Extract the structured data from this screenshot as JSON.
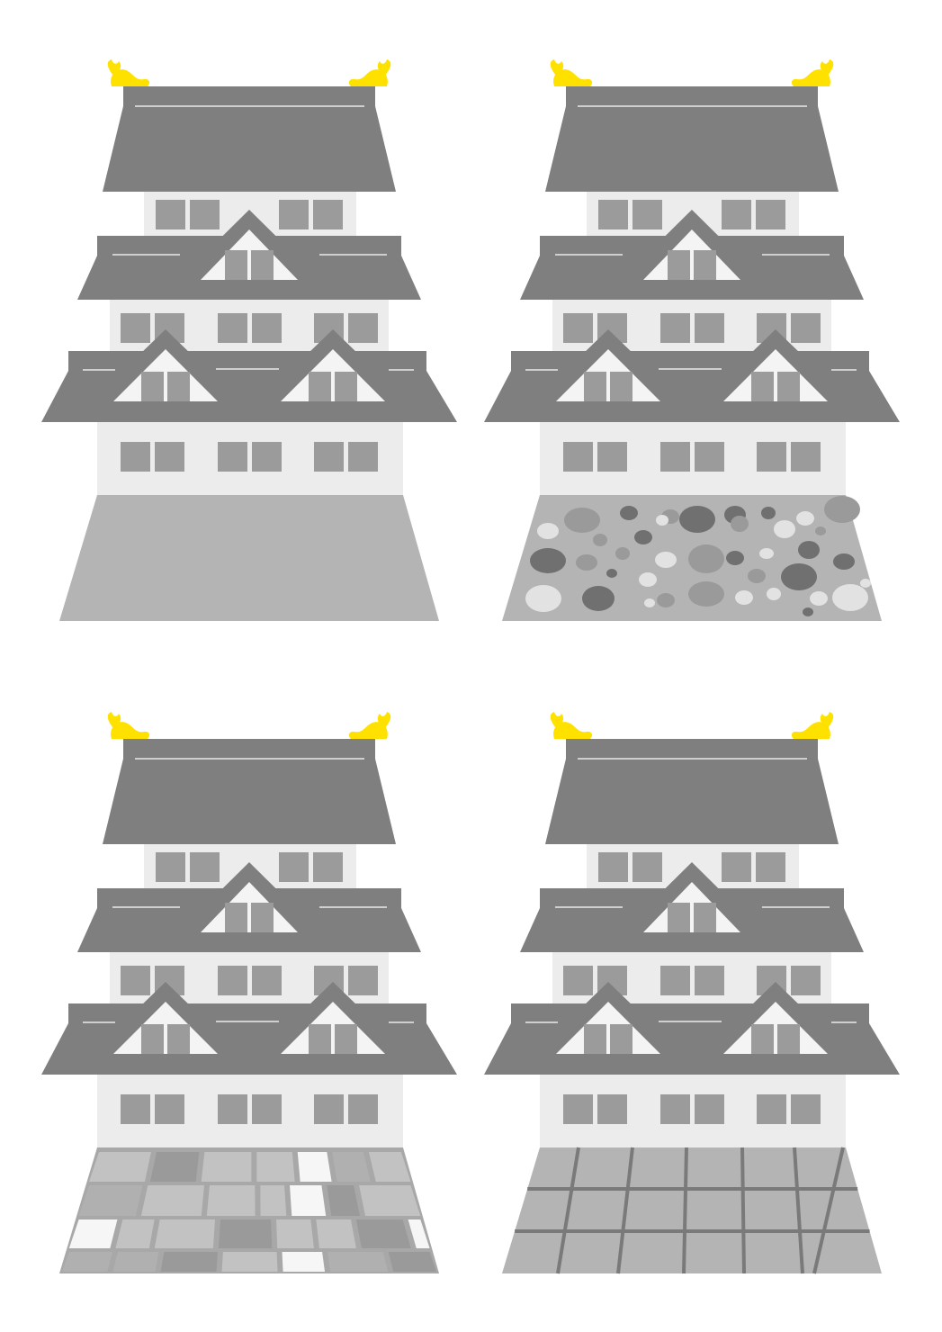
{
  "colors": {
    "background": "#ffffff",
    "roof": "#7f7f7f",
    "roof_line": "#cfcfcf",
    "wall": "#ececec",
    "window": "#9b9b9b",
    "gable": "#f4f4f4",
    "shachihoko": "#ffe100",
    "base_plain": "#b4b4b4",
    "stone_dark": "#707070",
    "stone_mid": "#9a9a9a",
    "stone_light": "#e2e2e2",
    "flagstone_fill": "#a8a8a8",
    "flagstone_light": "#f6f6f6",
    "grid_line": "#7a7a7a"
  },
  "castles": [
    {
      "id": "castle-plain-base",
      "base_style": "plain"
    },
    {
      "id": "castle-boulder-base",
      "base_style": "boulders"
    },
    {
      "id": "castle-flagstone-base",
      "base_style": "flagstones"
    },
    {
      "id": "castle-grid-base",
      "base_style": "grid"
    }
  ],
  "icons": [
    "shachihoko-icon"
  ]
}
